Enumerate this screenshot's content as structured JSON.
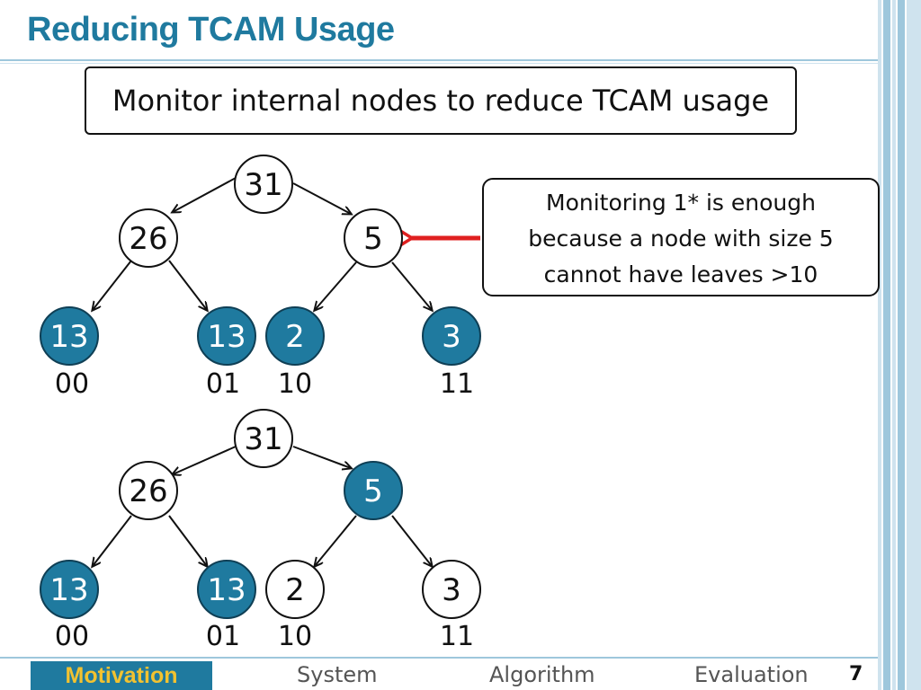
{
  "slide": {
    "title": "Reducing TCAM Usage",
    "top_callout": "Monitor internal nodes to reduce TCAM usage",
    "side_callout": [
      "Monitoring 1* is enough",
      "because a node with size 5",
      "cannot have leaves >10"
    ],
    "page_number": "7"
  },
  "trees": [
    {
      "root": "31",
      "internal": [
        "26",
        "5"
      ],
      "leaves": [
        "13",
        "13",
        "2",
        "3"
      ],
      "leaf_labels": [
        "00",
        "01",
        "10",
        "11"
      ],
      "highlighted": [
        "leaf0",
        "leaf1",
        "leaf2",
        "leaf3"
      ]
    },
    {
      "root": "31",
      "internal": [
        "26",
        "5"
      ],
      "leaves": [
        "13",
        "13",
        "2",
        "3"
      ],
      "leaf_labels": [
        "00",
        "01",
        "10",
        "11"
      ],
      "highlighted": [
        "leaf0",
        "leaf1",
        "internal1"
      ]
    }
  ],
  "nav": {
    "items": [
      "Motivation",
      "System",
      "Algorithm",
      "Evaluation"
    ],
    "active": "Motivation"
  },
  "colors": {
    "accent": "#1f7a9f",
    "nav_active_text": "#f2c230",
    "node_fill_highlight": "#1f7a9f",
    "arrow_red": "#e02020"
  }
}
